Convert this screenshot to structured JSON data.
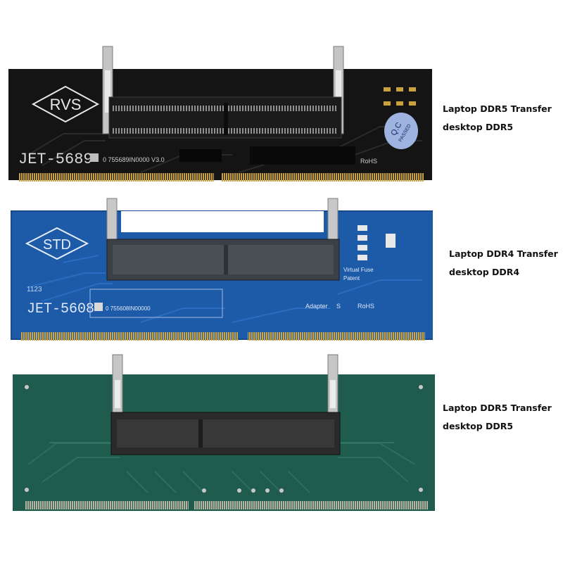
{
  "boards": [
    {
      "logo": "RVS",
      "model": "JET-5689",
      "serial": "0 755689IN0000 V3.0",
      "rohs": "RoHS",
      "qc_stamp": [
        "Q.C",
        "PASSED"
      ],
      "caption": [
        "Laptop DDR5 Transfer",
        "desktop DDR5"
      ],
      "pcb_color": "#141414"
    },
    {
      "logo": "STD",
      "model": "JET-5608",
      "serial": "0 755608IN00000",
      "line_code": "1123",
      "adapter_text": "Adapter",
      "adapter_num": "S",
      "rohs": "RoHS",
      "fuse_text": "Virtual Fuse",
      "patent_text": "Patent",
      "caption": [
        "Laptop DDR4 Transfer",
        "desktop DDR4"
      ],
      "pcb_color": "#1d5aa8"
    },
    {
      "caption": [
        "Laptop DDR5 Transfer",
        "desktop DDR5"
      ],
      "pcb_color": "#1f5c4e"
    }
  ]
}
